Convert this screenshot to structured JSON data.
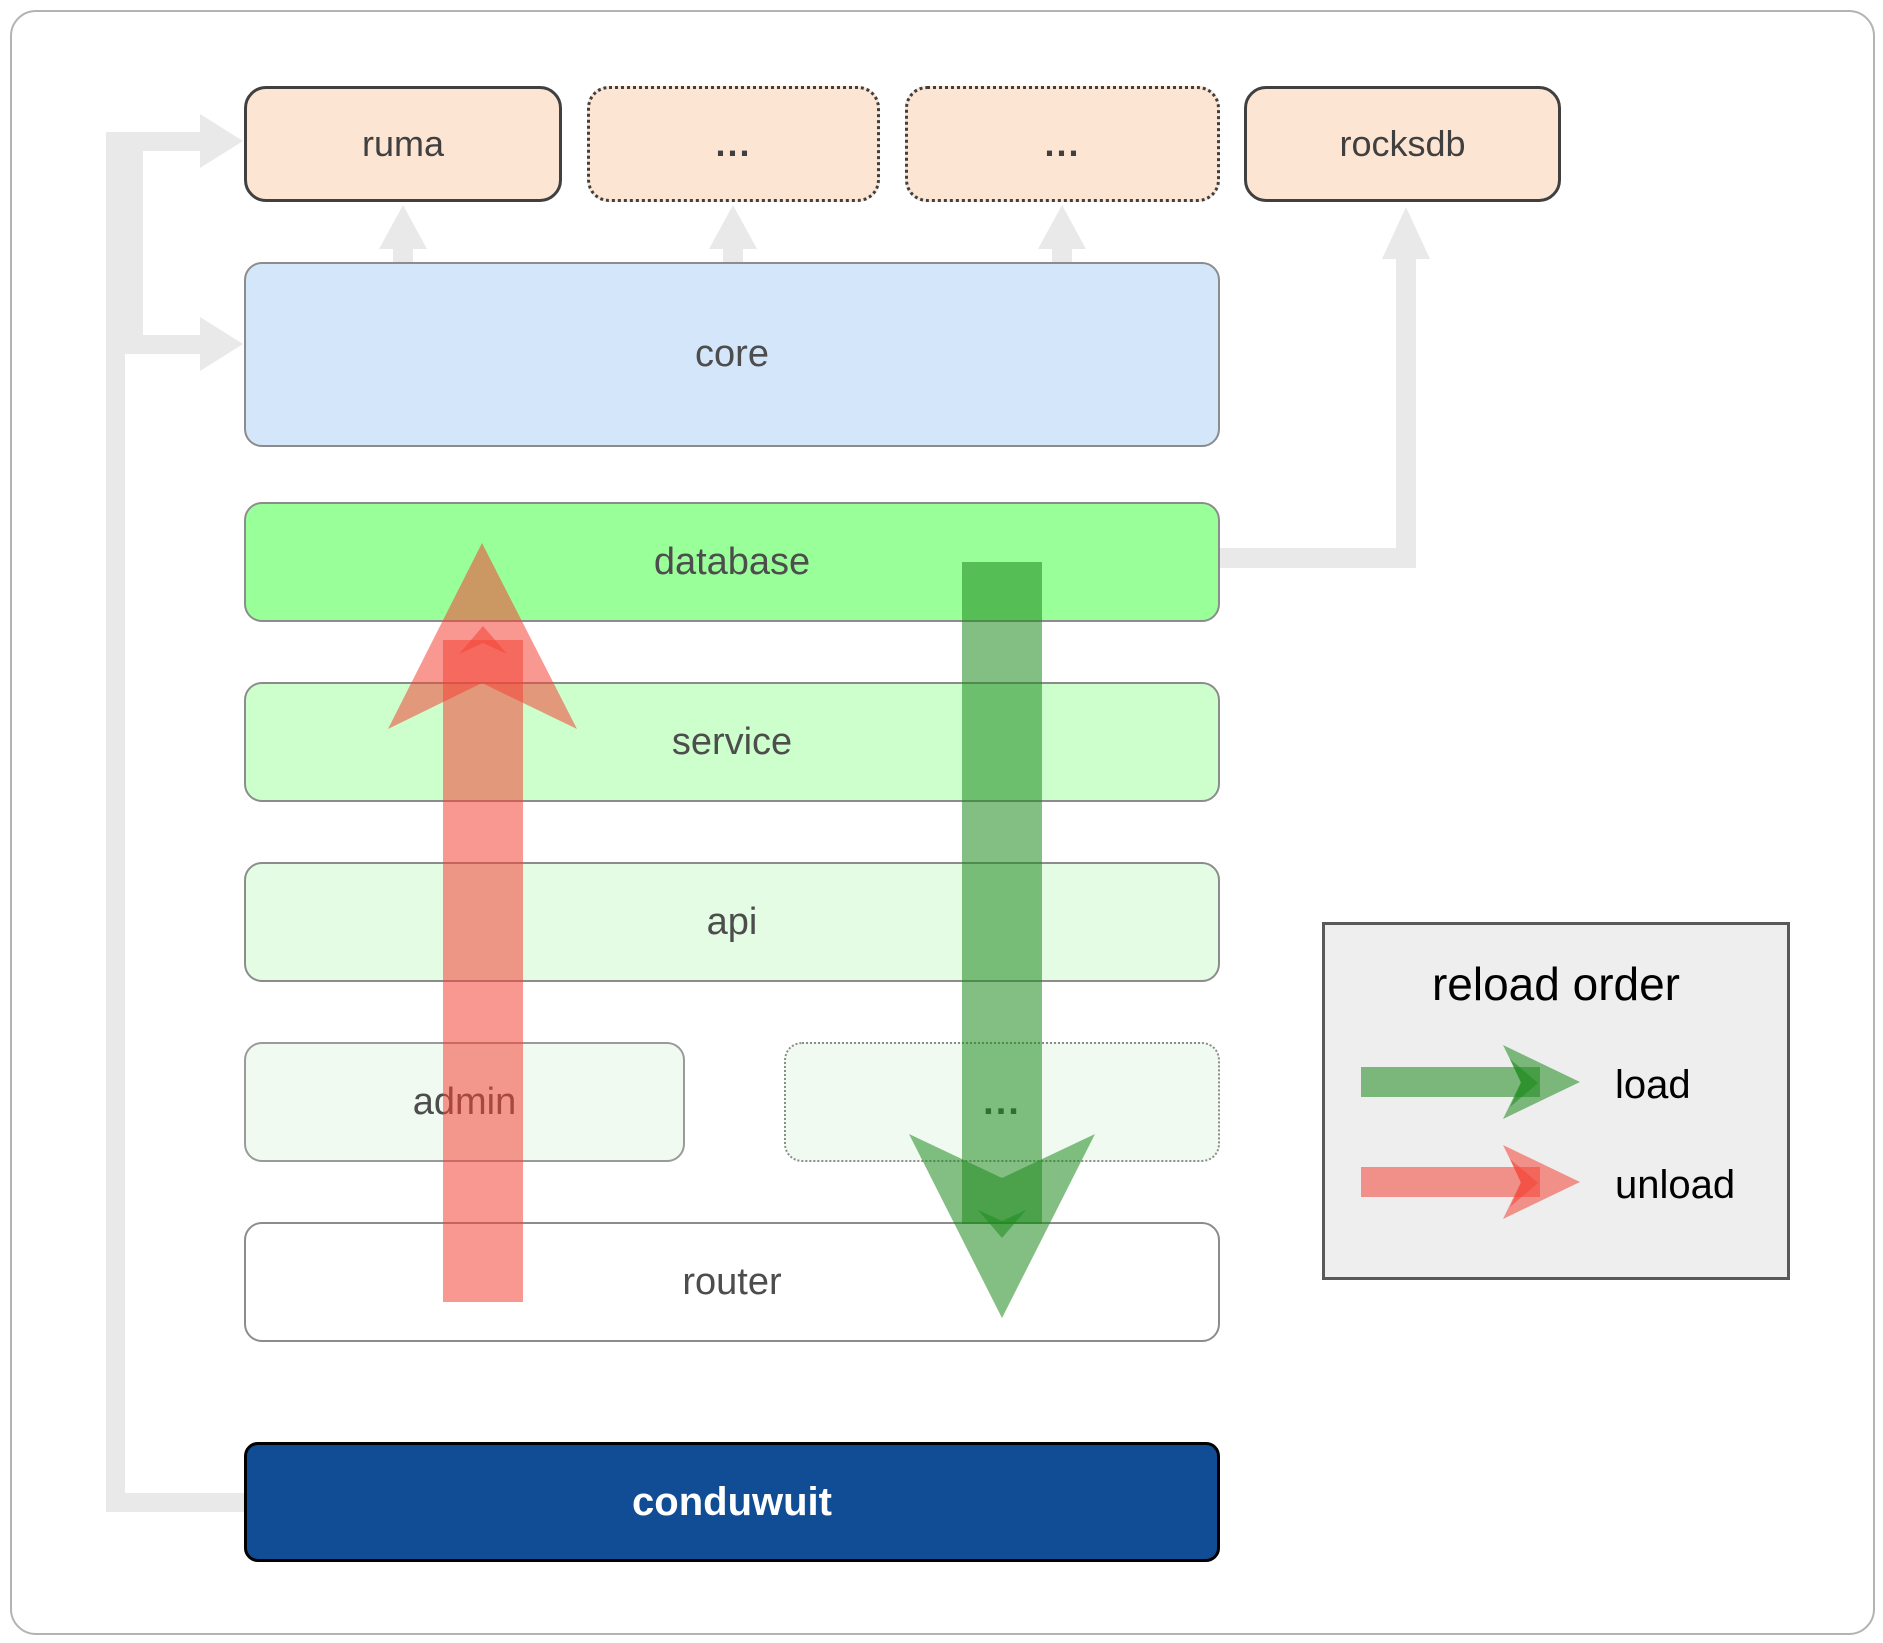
{
  "boxes": {
    "ruma": {
      "label": "ruma"
    },
    "dots1": {
      "label": "..."
    },
    "dots2": {
      "label": "..."
    },
    "rocksdb": {
      "label": "rocksdb"
    },
    "core": {
      "label": "core"
    },
    "database": {
      "label": "database"
    },
    "service": {
      "label": "service"
    },
    "api": {
      "label": "api"
    },
    "admin": {
      "label": "admin"
    },
    "dots3": {
      "label": "..."
    },
    "router": {
      "label": "router"
    },
    "conduwuit": {
      "label": "conduwuit"
    }
  },
  "legend": {
    "title": "reload order",
    "load_label": "load",
    "unload_label": "unload"
  },
  "arrows": {
    "load": {
      "meaning": "load",
      "direction": "down",
      "color": "#1d8a1d"
    },
    "unload": {
      "meaning": "unload",
      "direction": "up",
      "color": "#f44336"
    }
  },
  "colors": {
    "peach_fill": "#fce5d3",
    "core_fill": "#d4e6f9",
    "database_fill": "#99ff99",
    "service_fill": "#ccffcc",
    "api_fill": "#e4fbe4",
    "admin_fill": "#f1faf1",
    "router_fill": "#ffffff",
    "conduwuit_fill": "#114d94",
    "conduwuit_text": "#ffffff",
    "load_arrow": "#1d8a1d",
    "unload_arrow": "#f44336",
    "connector_gray": "#e9e9e9",
    "legend_bg": "#eeeeee",
    "box_border_gray": "#8c8c8c",
    "dark_border": "#404040",
    "label_text": "#4d4d4d"
  }
}
